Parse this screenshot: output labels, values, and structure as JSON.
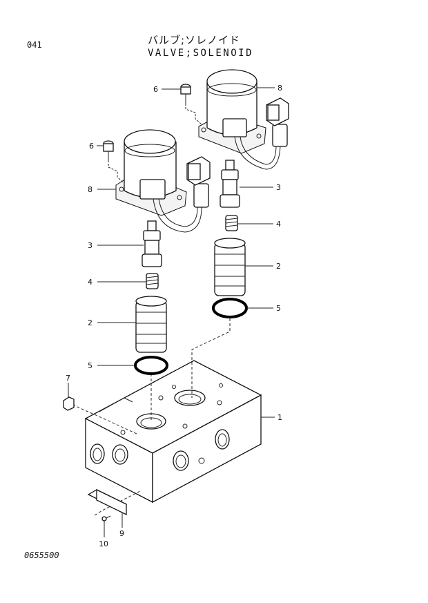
{
  "header": {
    "page_number": "041",
    "title_jp": "バルブ;ソレノイド",
    "title_en": "VALVE;SOLENOID"
  },
  "footer": {
    "drawing_number": "0655500"
  },
  "callouts": [
    {
      "label": "1",
      "part": "valve-block"
    },
    {
      "label": "2",
      "part": "sleeve"
    },
    {
      "label": "2",
      "part": "sleeve"
    },
    {
      "label": "3",
      "part": "spool"
    },
    {
      "label": "3",
      "part": "spool"
    },
    {
      "label": "4",
      "part": "spring"
    },
    {
      "label": "4",
      "part": "spring"
    },
    {
      "label": "5",
      "part": "o-ring"
    },
    {
      "label": "5",
      "part": "o-ring"
    },
    {
      "label": "6",
      "part": "bolt"
    },
    {
      "label": "6",
      "part": "bolt"
    },
    {
      "label": "7",
      "part": "plug"
    },
    {
      "label": "8",
      "part": "solenoid"
    },
    {
      "label": "8",
      "part": "solenoid"
    },
    {
      "label": "9",
      "part": "nameplate"
    },
    {
      "label": "10",
      "part": "rivet"
    }
  ]
}
